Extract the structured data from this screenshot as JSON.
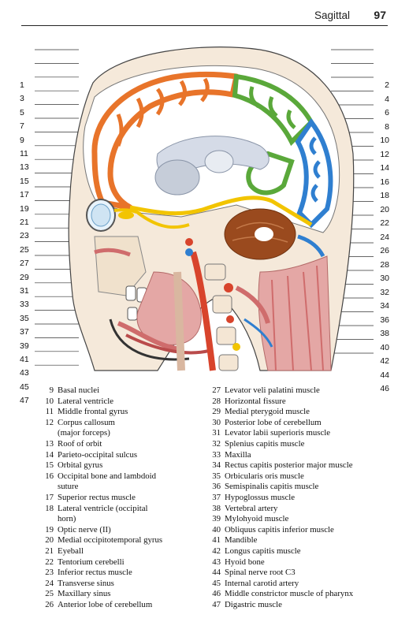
{
  "header": {
    "section": "Sagittal",
    "page_number": "97"
  },
  "figure": {
    "left_labels": [
      "1",
      "3",
      "5",
      "7",
      "9",
      "11",
      "13",
      "15",
      "17",
      "19",
      "21",
      "23",
      "25",
      "27",
      "29",
      "31",
      "33",
      "35",
      "37",
      "39",
      "41",
      "43",
      "45",
      "47"
    ],
    "right_labels": [
      "2",
      "4",
      "6",
      "8",
      "10",
      "12",
      "14",
      "16",
      "18",
      "20",
      "22",
      "24",
      "26",
      "28",
      "30",
      "32",
      "34",
      "36",
      "38",
      "40",
      "42",
      "44",
      "46"
    ]
  },
  "legend": {
    "column1": [
      {
        "num": "9",
        "text": "Basal nuclei"
      },
      {
        "num": "10",
        "text": "Lateral ventricle"
      },
      {
        "num": "11",
        "text": "Middle frontal gyrus"
      },
      {
        "num": "12",
        "text": "Corpus callosum\n(major forceps)"
      },
      {
        "num": "13",
        "text": "Roof of orbit"
      },
      {
        "num": "14",
        "text": "Parieto-occipital sulcus"
      },
      {
        "num": "15",
        "text": "Orbital gyrus"
      },
      {
        "num": "16",
        "text": "Occipital bone and lambdoid\nsuture"
      },
      {
        "num": "17",
        "text": "Superior rectus muscle"
      },
      {
        "num": "18",
        "text": "Lateral ventricle (occipital\nhorn)"
      },
      {
        "num": "19",
        "text": "Optic nerve (II)"
      },
      {
        "num": "20",
        "text": "Medial occipitotemporal gyrus"
      },
      {
        "num": "21",
        "text": "Eyeball"
      },
      {
        "num": "22",
        "text": "Tentorium cerebelli"
      },
      {
        "num": "23",
        "text": "Inferior rectus muscle"
      },
      {
        "num": "24",
        "text": "Transverse sinus"
      },
      {
        "num": "25",
        "text": "Maxillary sinus"
      },
      {
        "num": "26",
        "text": "Anterior lobe of cerebellum"
      }
    ],
    "column2": [
      {
        "num": "27",
        "text": "Levator veli palatini muscle"
      },
      {
        "num": "28",
        "text": "Horizontal fissure"
      },
      {
        "num": "29",
        "text": "Medial pterygoid muscle"
      },
      {
        "num": "30",
        "text": "Posterior lobe of cerebellum"
      },
      {
        "num": "31",
        "text": "Levator labii superioris muscle"
      },
      {
        "num": "32",
        "text": "Splenius capitis muscle"
      },
      {
        "num": "33",
        "text": "Maxilla"
      },
      {
        "num": "34",
        "text": "Rectus capitis posterior major muscle"
      },
      {
        "num": "35",
        "text": "Orbicularis oris muscle"
      },
      {
        "num": "36",
        "text": "Semispinalis capitis muscle"
      },
      {
        "num": "37",
        "text": "Hypoglossus muscle"
      },
      {
        "num": "38",
        "text": "Vertebral artery"
      },
      {
        "num": "39",
        "text": "Mylohyoid muscle"
      },
      {
        "num": "40",
        "text": "Obliquus capitis inferior muscle"
      },
      {
        "num": "41",
        "text": "Mandible"
      },
      {
        "num": "42",
        "text": "Longus capitis muscle"
      },
      {
        "num": "43",
        "text": "Hyoid bone"
      },
      {
        "num": "44",
        "text": "Spinal nerve root C3"
      },
      {
        "num": "45",
        "text": "Internal carotid artery"
      },
      {
        "num": "46",
        "text": "Middle constrictor muscle of pharynx"
      },
      {
        "num": "47",
        "text": "Digastric muscle"
      }
    ]
  },
  "colors": {
    "cortex_orange": "#e8742a",
    "cortex_blue": "#2f7fd0",
    "cortex_green": "#5aa83a",
    "cortex_yellow": "#f2c400",
    "muscle": "#e4a7a5",
    "muscle_dark": "#cf6c6c",
    "bone": "#f4e6d4",
    "ventricle": "#c9d3e3",
    "cerebellum": "#9a4a1e",
    "artery": "#d8442c"
  }
}
